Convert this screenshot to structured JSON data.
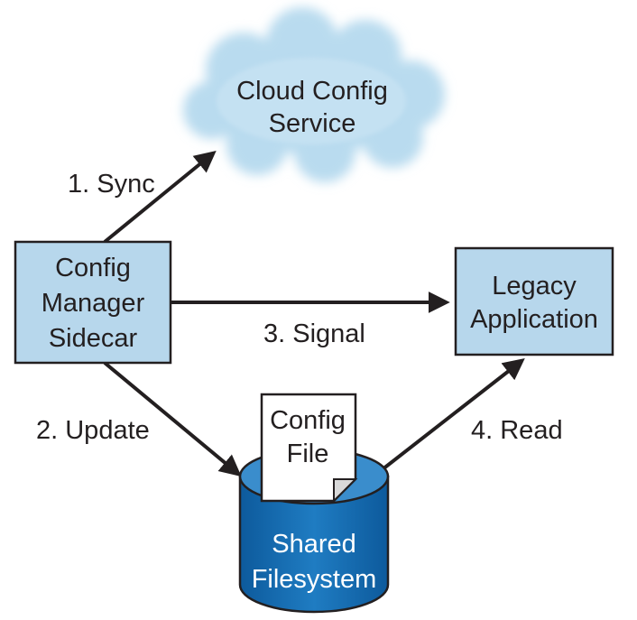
{
  "cloud": {
    "line1": "Cloud Config",
    "line2": "Service"
  },
  "sidecar": {
    "line1": "Config",
    "line2": "Manager",
    "line3": "Sidecar"
  },
  "legacy": {
    "line1": "Legacy",
    "line2": "Application"
  },
  "config_file": {
    "line1": "Config",
    "line2": "File"
  },
  "filesystem": {
    "line1": "Shared",
    "line2": "Filesystem"
  },
  "edges": {
    "sync": "1. Sync",
    "update": "2. Update",
    "signal": "3. Signal",
    "read": "4. Read"
  },
  "colors": {
    "box_fill": "#b7d7ec",
    "cloud_fill": "#b9dbef",
    "cylinder_fill": "#1a6fb5",
    "cylinder_top": "#3f91cf",
    "stroke": "#231f20",
    "file_fill": "#ffffff"
  }
}
